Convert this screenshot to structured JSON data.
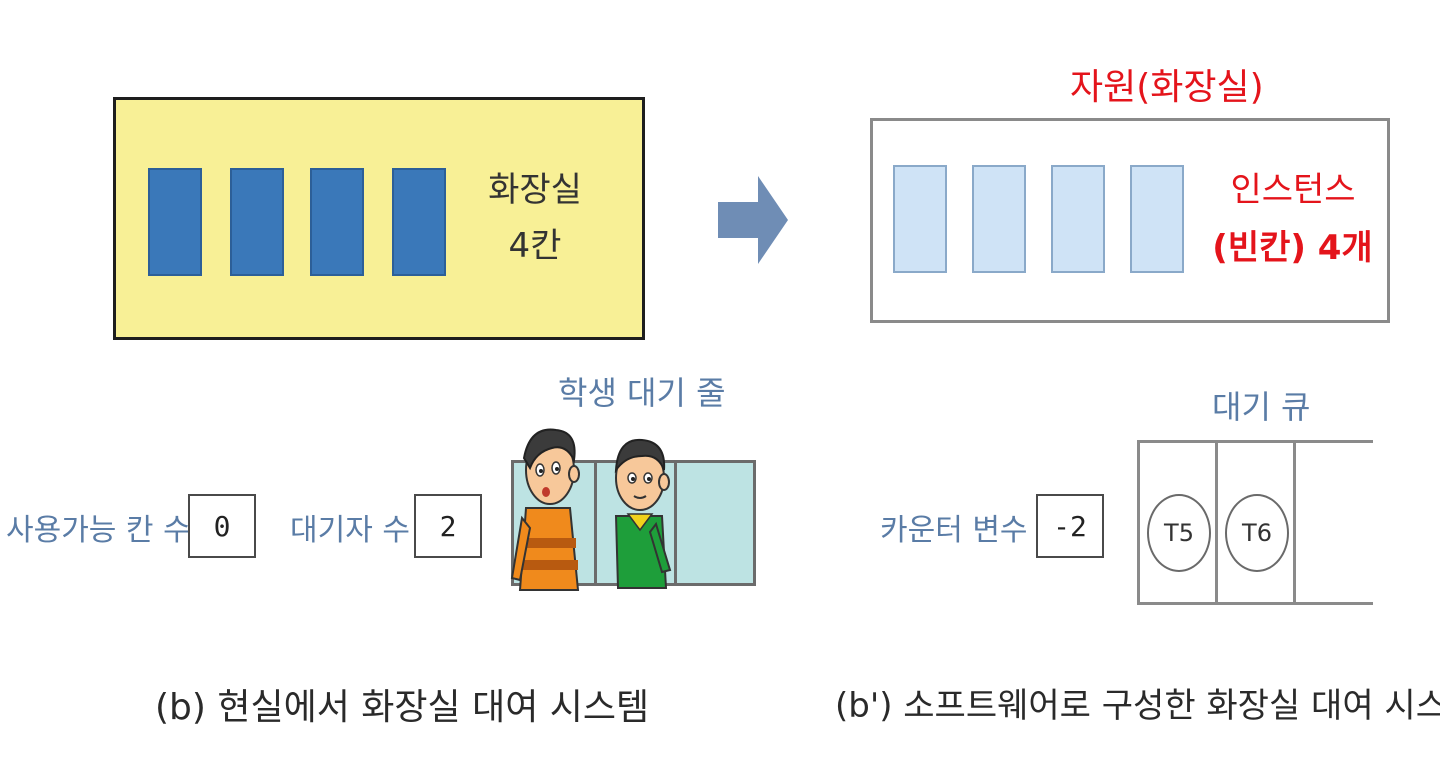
{
  "left": {
    "room_label": "화장실",
    "room_count": "4칸",
    "queue_title": "학생 대기 줄",
    "available_label": "사용가능 칸 수",
    "available_value": "0",
    "waiting_label": "대기자 수",
    "waiting_value": "2",
    "caption": "(b) 현실에서 화장실 대여 시스템"
  },
  "right": {
    "resource_title": "자원(화장실)",
    "instances_line1": "인스턴스",
    "instances_line2": "(빈칸) 4개",
    "queue_title": "대기 큐",
    "counter_label": "카운터 변수",
    "counter_value": "-2",
    "threads": [
      "T5",
      "T6"
    ],
    "caption": "(b') 소프트웨어로 구성한 화장실 대여 시스템"
  },
  "colors": {
    "yellow_room": "#f8f096",
    "real_stall": "#3a78b9",
    "soft_stall": "#cfe3f6",
    "queue_cell": "#bde3e3",
    "arrow": "#6f8db5",
    "red_text": "#e4141b",
    "blue_label": "#5a7ca6"
  }
}
